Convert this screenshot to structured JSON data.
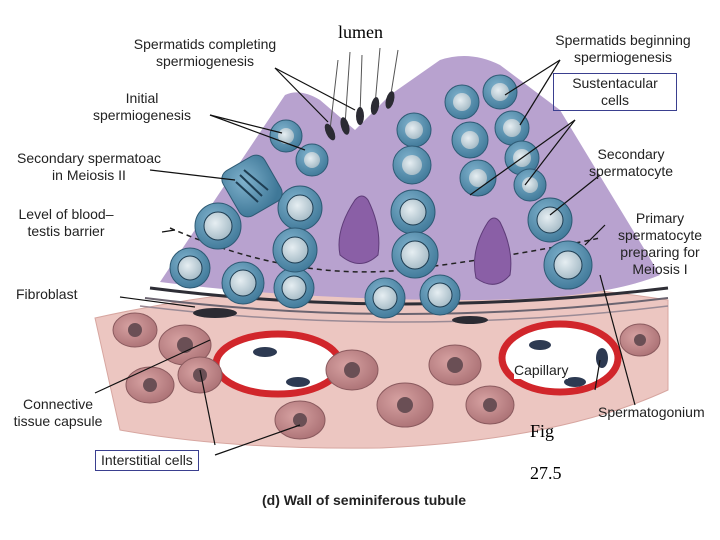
{
  "labels": {
    "lumen": "lumen",
    "spermatids_completing": "Spermatids completing spermiogenesis",
    "spermatids_beginning": "Spermatids beginning spermiogenesis",
    "initial_spermiogenesis": "Initial spermiogenesis",
    "sustentacular_cells": "Sustentacular cells",
    "secondary_spermatocyte_meiosis": "Secondary spermatoac in Meiosis II",
    "secondary_spermatocyte": "Secondary spermatocyte",
    "blood_testis_barrier": "Level of blood–testis barrier",
    "primary_spermatocyte": "Primary spermatocyte preparing for Meiosis I",
    "fibroblast": "Fibroblast",
    "capillary": "Capillary",
    "connective_tissue": "Connective tissue capsule",
    "spermatogonium": "Spermatogonium",
    "interstitial_cells": "Interstitial cells",
    "fig": "Fig",
    "fig_number": "27.5",
    "caption": "(d) Wall of seminiferous tubule"
  },
  "colors": {
    "tubule_lumen": "#b9a3cf",
    "germ_cell": "#4d86a8",
    "germ_nucleus": "#1e3d52",
    "sustentacular": "#8a5fa6",
    "connective_tissue": "#e9c2bd",
    "interstitial_cell": "#b98080",
    "capillary_wall": "#d1262b",
    "label_box": "#3a3f8f"
  }
}
